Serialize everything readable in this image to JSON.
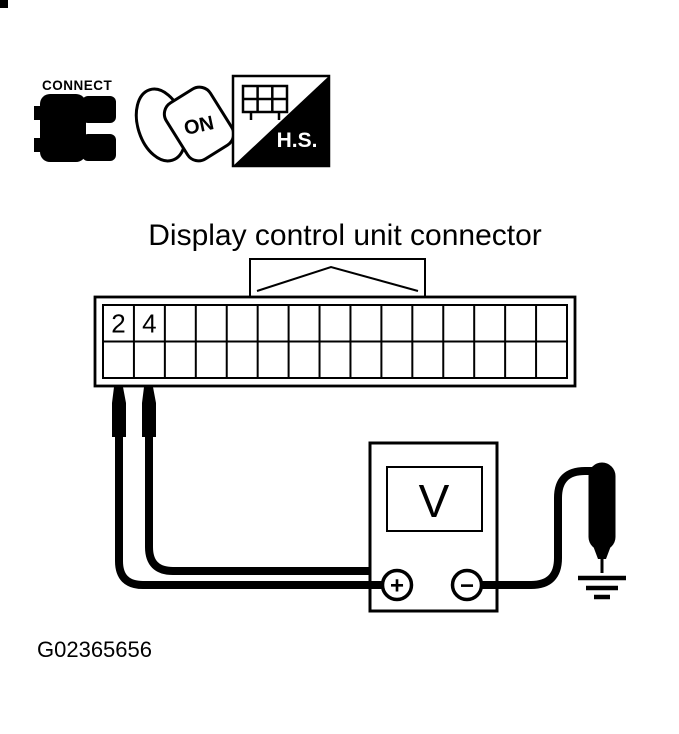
{
  "colors": {
    "ink": "#000000",
    "paper": "#ffffff"
  },
  "badges": {
    "connect": {
      "label": "CONNECT"
    },
    "ignition": {
      "label": "ON"
    },
    "hs": {
      "label": "H.S."
    }
  },
  "diagram": {
    "title": "Display control unit connector",
    "connector": {
      "rows": 2,
      "columns": 15,
      "labeled_pins": [
        {
          "pin": "2",
          "row": 1,
          "column": 1
        },
        {
          "pin": "4",
          "row": 1,
          "column": 2
        }
      ]
    },
    "meter": {
      "display": "V",
      "terminals": {
        "positive": "+",
        "negative": "−"
      }
    }
  },
  "figure_id": "G02365656"
}
